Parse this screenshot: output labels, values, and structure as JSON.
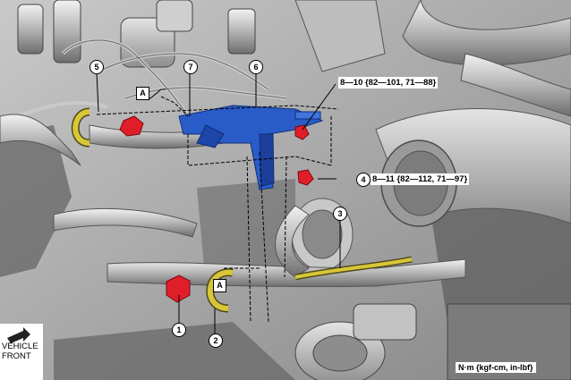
{
  "diagram": {
    "callouts": {
      "c1": "1",
      "c2": "2",
      "c3": "3",
      "c4": "4",
      "c5": "5",
      "c6": "6",
      "c7": "7",
      "a_upper": "A",
      "a_lower": "A"
    },
    "torque_specs": {
      "upper": "8—10 {82—101, 71—88}",
      "lower": "8—11 {82—112, 71—97}"
    },
    "orientation": {
      "text": "VEHICLE\nFRONT"
    },
    "unit_note": "N·m {kgf-cm, in-lbf}",
    "colors": {
      "bracket_blue": "#2a5cc8",
      "bolt_red": "#e01e2a",
      "hose_yellow": "#d8c638",
      "engine_gray": "#b9b9b9"
    }
  }
}
